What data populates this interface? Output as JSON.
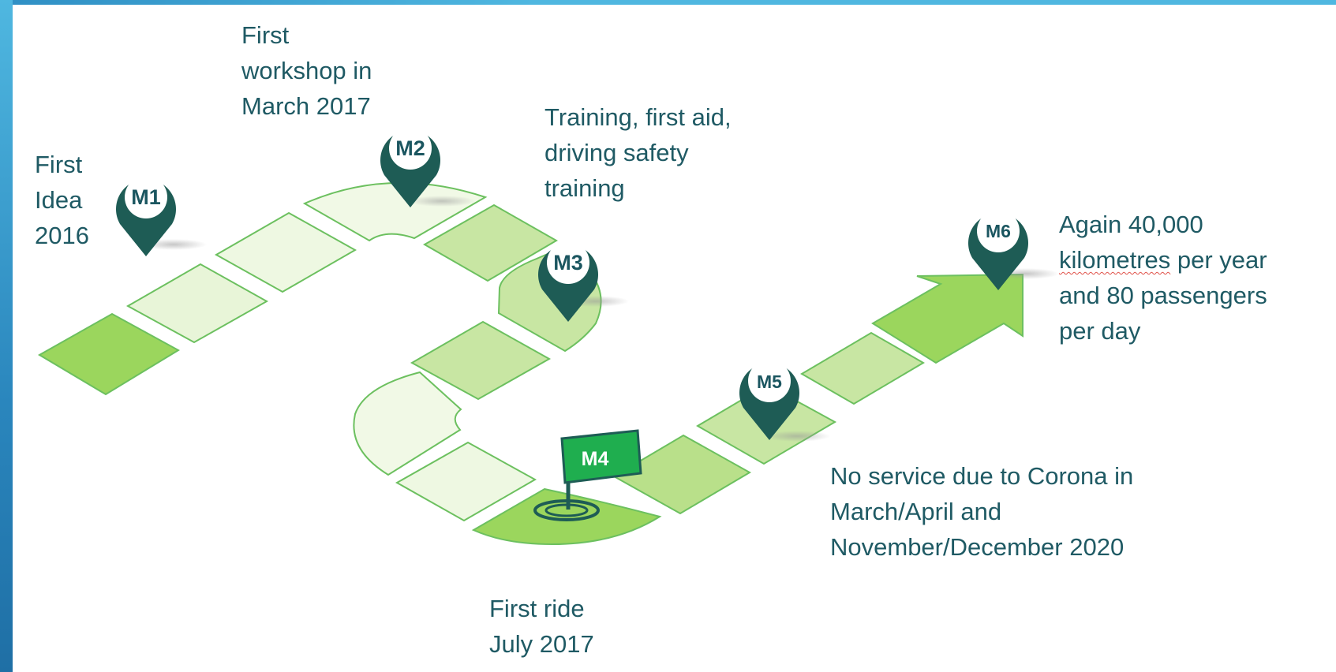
{
  "milestones": [
    {
      "id": "M1",
      "text": "First\nIdea\n2016"
    },
    {
      "id": "M2",
      "text": "First\nworkshop in\nMarch 2017"
    },
    {
      "id": "M3",
      "text": "Training, first aid,\ndriving safety\ntraining"
    },
    {
      "id": "M4",
      "text": "First ride\nJuly 2017"
    },
    {
      "id": "M5",
      "text": "No service due to Corona in\nMarch/April and\nNovember/December 2020"
    },
    {
      "id": "M6",
      "text_before": "Again 40,000",
      "text_underlined": "kilometres",
      "text_after": " per year\nand 80 passengers\nper day"
    }
  ],
  "colors": {
    "pin_dark": "#1e5c55",
    "tile_light": "#f1f9e6",
    "tile_pale": "#e6f4d4",
    "tile_mid": "#c8e6a3",
    "tile_strong": "#9bd65d",
    "tile_edge": "#6cc05f",
    "flag": "#1fae4f",
    "text": "#1f5a64"
  }
}
